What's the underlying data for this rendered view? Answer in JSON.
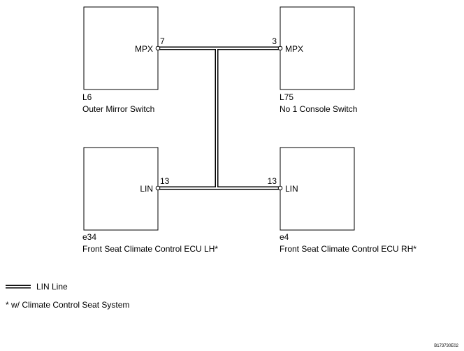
{
  "components": [
    {
      "id": "L6",
      "code": "L6",
      "name": "Outer Mirror Switch",
      "terminal_name": "MPX",
      "pin": "7"
    },
    {
      "id": "L75",
      "code": "L75",
      "name": "No  1 Console Switch",
      "terminal_name": "MPX",
      "pin": "3"
    },
    {
      "id": "e34",
      "code": "e34",
      "name": "Front Seat Climate Control ECU LH*",
      "terminal_name": "LIN",
      "pin": "13"
    },
    {
      "id": "e4",
      "code": "e4",
      "name": "Front Seat Climate Control ECU RH*",
      "terminal_name": "LIN",
      "pin": "13"
    }
  ],
  "legend": {
    "lin_line_label": "LIN Line",
    "footnote": "*  w/ Climate Control Seat System"
  },
  "figure_code": "B173730E02"
}
